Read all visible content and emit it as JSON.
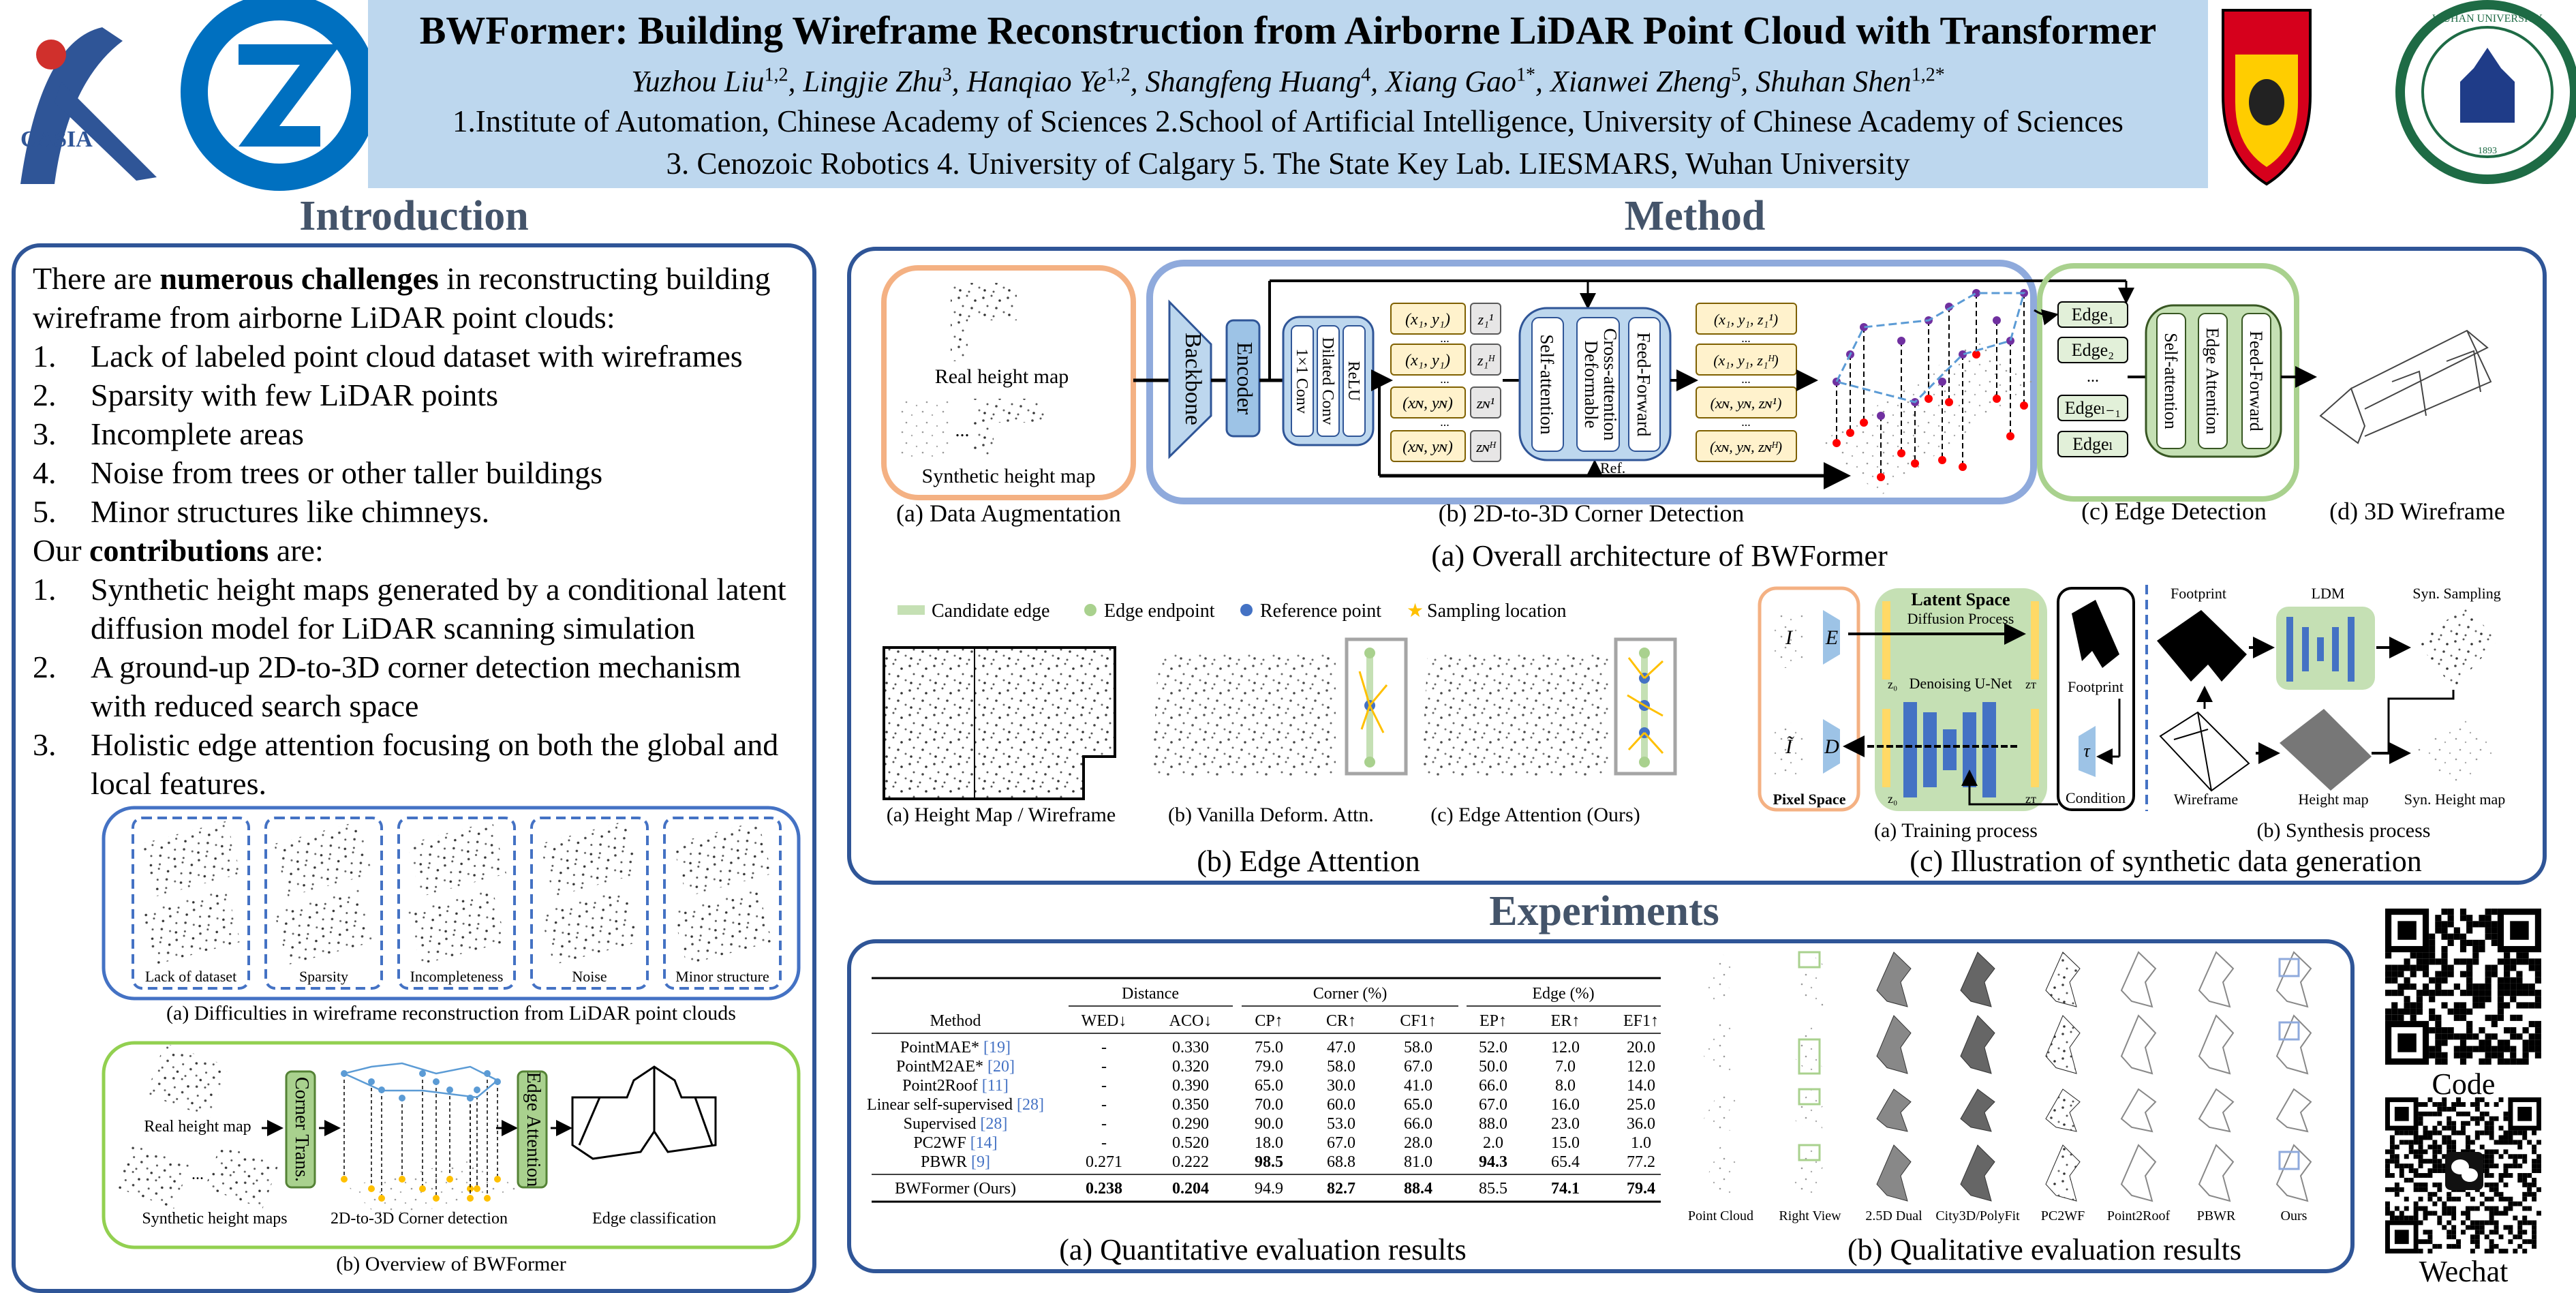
{
  "header": {
    "title": "BWFormer: Building Wireframe Reconstruction from Airborne LiDAR Point Cloud with Transformer",
    "authors": [
      {
        "name": "Yuzhou Liu",
        "sup": "1,2"
      },
      {
        "name": "Lingjie Zhu",
        "sup": "3"
      },
      {
        "name": "Hanqiao Ye",
        "sup": "1,2"
      },
      {
        "name": "Shangfeng Huang",
        "sup": "4"
      },
      {
        "name": "Xiang Gao",
        "sup": "1*"
      },
      {
        "name": "Xianwei Zheng",
        "sup": "5"
      },
      {
        "name": "Shuhan Shen",
        "sup": "1,2*"
      }
    ],
    "affiliations_line1": "1.Institute of Automation, Chinese Academy of Sciences 2.School of Artificial Intelligence, University of Chinese Academy of Sciences",
    "affiliations_line2": "3. Cenozoic Robotics 4. University of Calgary 5. The State Key Lab. LIESMARS, Wuhan University",
    "logos": {
      "casia": "CASIA",
      "wuhan": "WUHAN UNIVERSITY",
      "wuhan_year": "1893"
    },
    "colors": {
      "band": "#bdd7ee",
      "section_border": "#2f5597",
      "heading": "#44546a"
    }
  },
  "intro": {
    "heading": "Introduction",
    "challenges_pre": "There are ",
    "challenges_bold": "numerous challenges",
    "challenges_post": " in reconstructing building wireframe from airborne LiDAR point clouds:",
    "challenges": [
      {
        "num": "1.",
        "text": "Lack of labeled point cloud dataset with wireframes"
      },
      {
        "num": "2.",
        "text": "Sparsity with few LiDAR points"
      },
      {
        "num": "3.",
        "text": "Incomplete areas"
      },
      {
        "num": "4.",
        "text": "Noise from trees or other taller buildings"
      },
      {
        "num": "5.",
        "text": "Minor structures like chimneys."
      }
    ],
    "contrib_pre": "Our ",
    "contrib_bold": "contributions",
    "contrib_post": " are:",
    "contributions": [
      {
        "num": "1.",
        "text": "Synthetic height maps generated by a conditional latent diffusion model for LiDAR scanning simulation"
      },
      {
        "num": "2.",
        "text": "A ground-up 2D-to-3D corner detection mechanism with reduced search space"
      },
      {
        "num": "3.",
        "text": "Holistic edge attention focusing on both the global and local features."
      }
    ],
    "difficulties": {
      "labels": [
        "Lack of dataset",
        "Sparsity",
        "Incompleteness",
        "Noise",
        "Minor structure"
      ],
      "caption": "(a) Difficulties in wireframe reconstruction from LiDAR point clouds"
    },
    "overview": {
      "real": "Real height map",
      "synthetic": "Synthetic height maps",
      "ellipsis": "...",
      "corner_trans": "Corner Trans.",
      "corner_detection": "2D-to-3D Corner detection",
      "edge_attention": "Edge Attention",
      "edge_classification": "Edge classification",
      "caption": "(b) Overview of BWFormer"
    }
  },
  "method": {
    "heading": "Method",
    "arch": {
      "real": "Real height map",
      "synthetic": "Synthetic height map",
      "ellipsis": "...",
      "backbone": "Backbone",
      "encoder": "Encoder",
      "conv": [
        "1×1 Conv",
        "Dilated Conv",
        "ReLU"
      ],
      "queries": [
        "(x₁, y₁)",
        "(x₁, y₁)",
        "(xɴ, yɴ)",
        "(xɴ, yɴ)"
      ],
      "z": [
        "z₁¹",
        "z₁ᴴ",
        "zɴ¹",
        "zɴᴴ"
      ],
      "transformer": [
        "Self-attention",
        "Deformable",
        "Cross-attention",
        "Feed-Forward"
      ],
      "outputs": [
        "(x₁, y₁, z₁¹)",
        "(x₁, y₁, z₁ᴴ)",
        "(xɴ, yɴ, zɴ¹)",
        "(xɴ, yɴ, zɴᴴ)"
      ],
      "dots": "...",
      "ref": "Ref.",
      "edges": [
        "Edge₁",
        "Edge₂",
        "Edgeₗ₋₁",
        "Edgeₗ"
      ],
      "edge_block": [
        "Self-attention",
        "Edge Attention",
        "Feed-Forward"
      ],
      "cap_a": "(a) Data Augmentation",
      "cap_b": "(b) 2D-to-3D Corner Detection",
      "cap_c": "(c) Edge Detection",
      "cap_d": "(d) 3D Wireframe",
      "caption": "(a) Overall architecture of BWFormer"
    },
    "edge_attention": {
      "legend": [
        {
          "label": "Candidate edge",
          "color": "#c5e0b4"
        },
        {
          "label": "Edge endpoint",
          "color": "#a9d18e"
        },
        {
          "label": "Reference point",
          "color": "#4472c4"
        },
        {
          "label": "Sampling location",
          "color": "#ffc000"
        }
      ],
      "sub": [
        "(a) Height Map / Wireframe",
        "(b) Vanilla Deform. Attn.",
        "(c) Edge Attention (Ours)"
      ],
      "caption": "(b) Edge Attention"
    },
    "synthesis": {
      "latent_space": "Latent Space",
      "diffusion": "Diffusion Process",
      "unet": "Denoising U-Net",
      "pixel_space": "Pixel Space",
      "condition": "Condition",
      "footprint": "Footprint",
      "x": "I",
      "x_tilde": "Ĩ",
      "enc": "E",
      "dec": "D",
      "tau": "τ",
      "z0": "z₀",
      "zT": "zᴛ",
      "syn_footprint": "Footprint",
      "ldm": "LDM",
      "syn_sampling": "Syn. Sampling",
      "wireframe": "Wireframe",
      "height_map": "Height map",
      "syn_height_map": "Syn. Height map",
      "cap_a": "(a) Training process",
      "cap_b": "(b) Synthesis process",
      "caption": "(c) Illustration of synthetic data generation"
    }
  },
  "experiments": {
    "heading": "Experiments",
    "table": {
      "groups": [
        "Distance",
        "Corner (%)",
        "Edge (%)"
      ],
      "columns": [
        "Method",
        "WED↓",
        "ACO↓",
        "CP↑",
        "CR↑",
        "CF1↑",
        "EP↑",
        "ER↑",
        "EF1↑"
      ],
      "rows": [
        {
          "method": "PointMAE*",
          "ref": "[19]",
          "values": [
            "-",
            "0.330",
            "75.0",
            "47.0",
            "58.0",
            "52.0",
            "12.0",
            "20.0"
          ],
          "bold": []
        },
        {
          "method": "PointM2AE*",
          "ref": "[20]",
          "values": [
            "-",
            "0.320",
            "79.0",
            "58.0",
            "67.0",
            "50.0",
            "7.0",
            "12.0"
          ],
          "bold": []
        },
        {
          "method": "Point2Roof",
          "ref": "[11]",
          "values": [
            "-",
            "0.390",
            "65.0",
            "30.0",
            "41.0",
            "66.0",
            "8.0",
            "14.0"
          ],
          "bold": []
        },
        {
          "method": "Linear self-supervised",
          "ref": "[28]",
          "values": [
            "-",
            "0.350",
            "70.0",
            "60.0",
            "65.0",
            "67.0",
            "16.0",
            "25.0"
          ],
          "bold": []
        },
        {
          "method": "Supervised",
          "ref": "[28]",
          "values": [
            "-",
            "0.290",
            "90.0",
            "53.0",
            "66.0",
            "88.0",
            "23.0",
            "36.0"
          ],
          "bold": []
        },
        {
          "method": "PC2WF",
          "ref": "[14]",
          "values": [
            "-",
            "0.520",
            "18.0",
            "67.0",
            "28.0",
            "2.0",
            "15.0",
            "1.0"
          ],
          "bold": []
        },
        {
          "method": "PBWR",
          "ref": "[9]",
          "values": [
            "0.271",
            "0.222",
            "98.5",
            "68.8",
            "81.0",
            "94.3",
            "65.4",
            "77.2"
          ],
          "bold": [
            2,
            5
          ]
        }
      ],
      "ours": {
        "method": "BWFormer (Ours)",
        "values": [
          "0.238",
          "0.204",
          "94.9",
          "82.7",
          "88.4",
          "85.5",
          "74.1",
          "79.4"
        ],
        "bold": [
          0,
          1,
          3,
          4,
          6,
          7
        ]
      },
      "caption": "(a) Quantitative evaluation results"
    },
    "qualitative": {
      "columns": [
        "Point Cloud",
        "Right View",
        "2.5D Dual",
        "City3D/PolyFit",
        "PC2WF",
        "Point2Roof",
        "PBWR",
        "Ours"
      ],
      "caption": "(b) Qualitative evaluation results"
    },
    "qr": {
      "code_label": "Code",
      "wechat_label": "Wechat"
    }
  }
}
